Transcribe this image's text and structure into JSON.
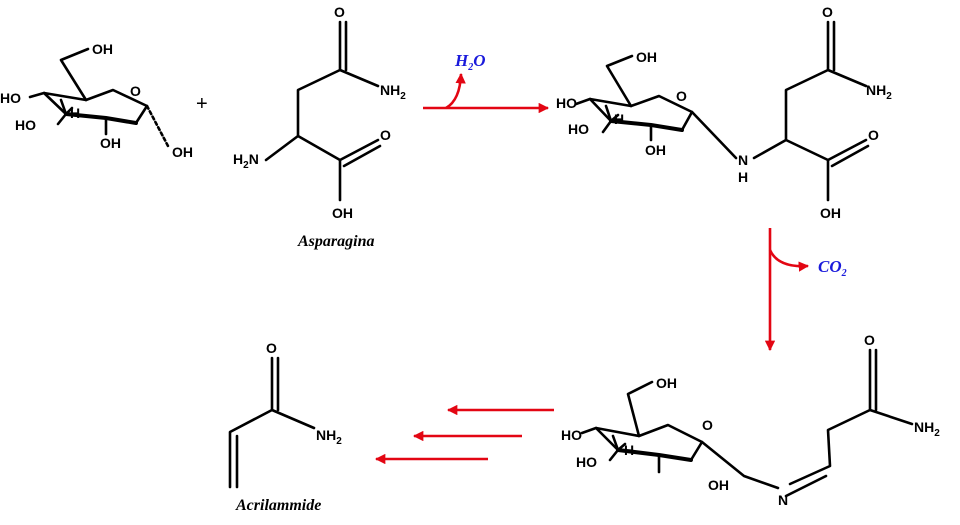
{
  "colors": {
    "arrow": "#e30613",
    "reagent": "#1a1adb",
    "bond": "#000000"
  },
  "operator": {
    "plus": "+"
  },
  "atoms": {
    "o": "O",
    "oh": "OH",
    "ho": "HO",
    "h": "H",
    "n": "N",
    "nh": "N",
    "nh_h": "H",
    "nh2": "NH",
    "h2n": "H",
    "h2n_n": "N",
    "sub2": "2"
  },
  "molecules": {
    "asparagine": {
      "name": "Asparagina"
    },
    "acrylamide": {
      "name": "Acrilammide"
    }
  },
  "reagents": {
    "water": {
      "main": "H",
      "sub": "2",
      "tail": "O"
    },
    "carbon_dioxide": {
      "main": "CO",
      "sub": "2"
    }
  }
}
